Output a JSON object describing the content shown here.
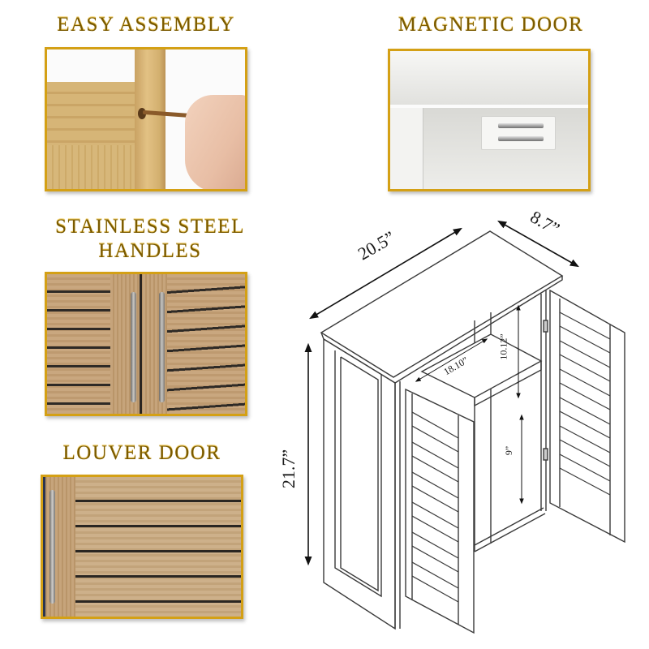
{
  "features": [
    {
      "title": "EASY ASSEMBLY",
      "image": "assembly-photo"
    },
    {
      "title": "MAGNETIC DOOR",
      "image": "magnetic-catch-photo"
    },
    {
      "title": "STAINLESS STEEL",
      "title_line2": "HANDLES",
      "image": "steel-handles-photo"
    },
    {
      "title": "LOUVER DOOR",
      "image": "louver-door-photo"
    }
  ],
  "diagram": {
    "subject": "cabinet-line-drawing",
    "dimensions": {
      "width": "20.5”",
      "depth": "8.7”",
      "height": "21.7”",
      "shelf_width": "18.10”",
      "upper_clearance": "10.12”",
      "lower_clearance": "9”"
    }
  },
  "colors": {
    "gold": "#d4a015",
    "title_gold": "#b8860b",
    "line": "#3a3a3a"
  }
}
